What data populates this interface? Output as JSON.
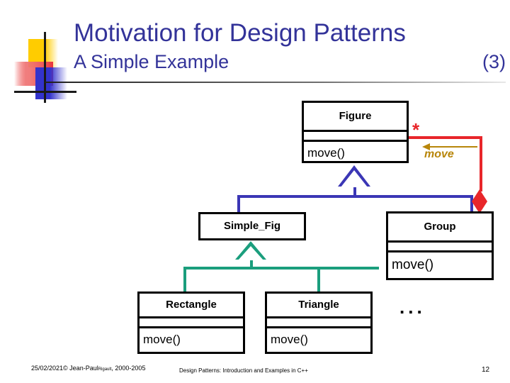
{
  "header": {
    "title": "Motivation for Design Patterns",
    "subtitle": "A Simple Example",
    "number": "(3)",
    "title_color": "#333399"
  },
  "logo": {
    "squares": [
      "yellow-square",
      "red-square",
      "blue-square"
    ],
    "colors": {
      "yellow": "#FFCC00",
      "red": "#ED3C3C",
      "blue": "#3333CC",
      "cross": "#1a1a1a"
    }
  },
  "diagram": {
    "type": "uml-class-diagram",
    "classes": [
      {
        "id": "figure",
        "name": "Figure",
        "attributes": "",
        "operations": "move()"
      },
      {
        "id": "simple_fig",
        "name": "Simple_Fig",
        "attributes": null,
        "operations": null
      },
      {
        "id": "group",
        "name": "Group",
        "attributes": "",
        "operations": "move()"
      },
      {
        "id": "rectangle",
        "name": "Rectangle",
        "attributes": "",
        "operations": "move()"
      },
      {
        "id": "triangle",
        "name": "Triangle",
        "attributes": "",
        "operations": "move()"
      }
    ],
    "relations": [
      {
        "kind": "generalization",
        "from": "Simple_Fig",
        "to": "Figure",
        "color": "#3B36B5"
      },
      {
        "kind": "generalization",
        "from": "Group",
        "to": "Figure",
        "color": "#3B36B5"
      },
      {
        "kind": "generalization",
        "from": "Rectangle",
        "to": "Simple_Fig",
        "color": "#1B9E7D"
      },
      {
        "kind": "generalization",
        "from": "Triangle",
        "to": "Simple_Fig",
        "color": "#1B9E7D"
      },
      {
        "kind": "composition",
        "from": "Group",
        "to": "Figure",
        "color": "#E8262A",
        "multiplicity": "*",
        "role": "move"
      }
    ],
    "multiplicity": "*",
    "role_label": "move",
    "ellipsis": "...",
    "colors": {
      "generalization_upper": "#3B36B5",
      "generalization_lower": "#1B9E7D",
      "composition": "#E8262A",
      "role_label": "#B8860B",
      "box_border": "#000000"
    }
  },
  "footer": {
    "date": "25/02/2021",
    "copyright": "© Jean-Paul",
    "author_small": "Rigault",
    "years": ", 2000-2005",
    "center": "Design Patterns: Introduction and Examples in C++",
    "page": "12"
  }
}
